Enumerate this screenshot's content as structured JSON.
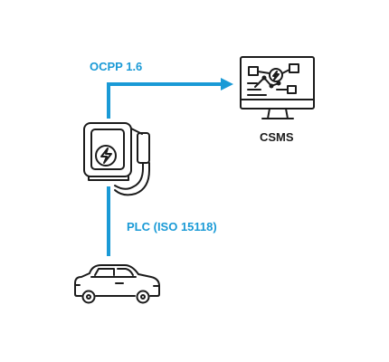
{
  "labels": {
    "ocpp": "OCPP 1.6",
    "plc": "PLC (ISO 15118)",
    "csms": "CSMS"
  },
  "nodes": [
    {
      "id": "charger",
      "icon": "ev-charger-icon"
    },
    {
      "id": "csms",
      "icon": "monitor-dashboard-icon"
    },
    {
      "id": "car",
      "icon": "car-icon"
    }
  ],
  "connections": [
    {
      "from": "charger",
      "to": "csms",
      "protocol": "OCPP 1.6",
      "arrow": true
    },
    {
      "from": "charger",
      "to": "car",
      "protocol": "PLC (ISO 15118)",
      "arrow": false
    }
  ],
  "colors": {
    "connector": "#1a9ad6",
    "label": "#1a9ad6",
    "icon_stroke": "#1b1b1b",
    "background": "#ffffff"
  }
}
